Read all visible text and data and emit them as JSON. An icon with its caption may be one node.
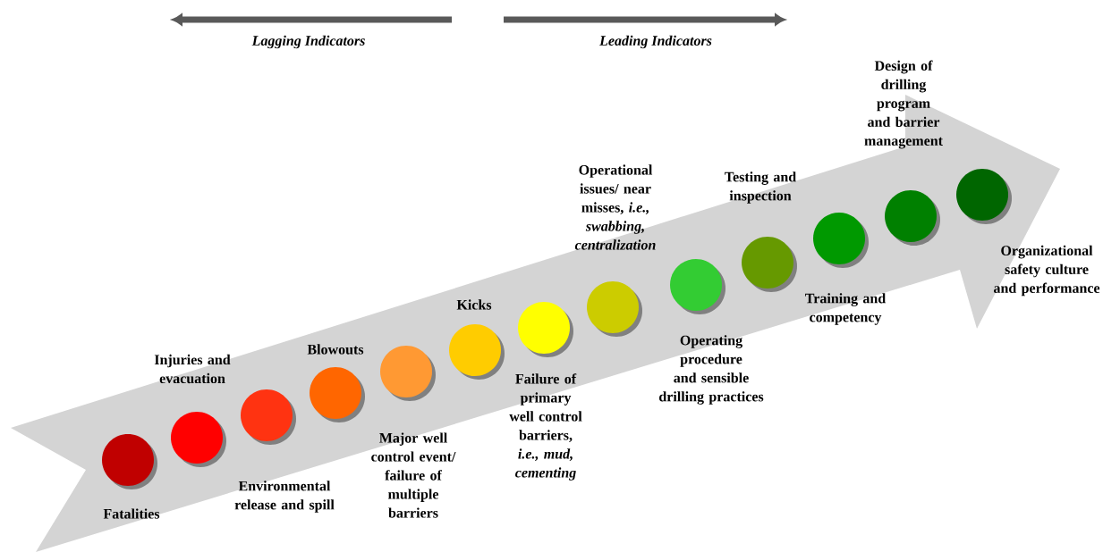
{
  "diagram": {
    "nodes": [
      {
        "text": [],
        "shape": "circle"
      },
      {
        "text": [],
        "shape": "circle"
      },
      {
        "text": [],
        "shape": "circle"
      },
      {
        "text": [],
        "shape": "circle"
      },
      {
        "text": [],
        "shape": "circle"
      },
      {
        "text": [],
        "shape": "circle"
      },
      {
        "text": [],
        "shape": "circle"
      },
      {
        "text": [],
        "shape": "circle"
      },
      {
        "text": [],
        "shape": "circle"
      },
      {
        "text": [],
        "shape": "circle"
      },
      {
        "text": [],
        "shape": "circle"
      },
      {
        "text": [],
        "shape": "circle"
      },
      {
        "text": [],
        "shape": "circle"
      }
    ],
    "edges": [],
    "labels": [
      "Lagging Indicators",
      "Leading Indicators",
      "Fatalities",
      "Injuries and evacuation",
      "Environmental release and spill",
      "Blowouts",
      "Major well control event/ failure of multiple barriers",
      "Kicks",
      "Failure of primary well control barriers, *i.e., mud, cementing*",
      "Operational issues/ near misses, *i.e., swabbing, centralization*",
      "Operating procedure and sensible drilling practices",
      "Testing and inspection",
      "Training and competency",
      "Design of drilling program and barrier management",
      "Organizational safety culture and performance"
    ]
  }
}
